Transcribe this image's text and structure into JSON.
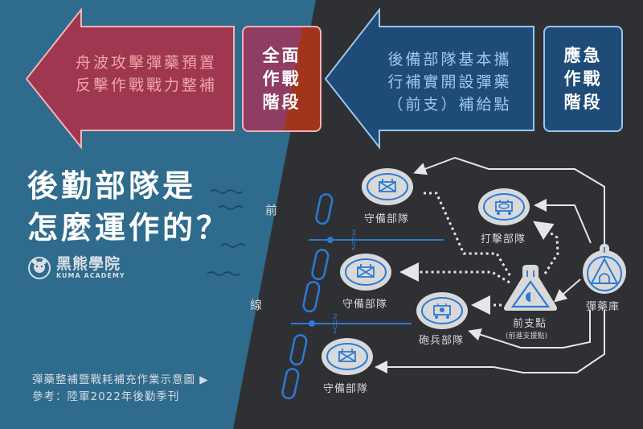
{
  "colors": {
    "bg_teal": "#2f6b8c",
    "bg_dark": "#2f3033",
    "red_arrow": "#a8334a",
    "red_text": "#f0a3a8",
    "red_border": "#f3b3b7",
    "stage_full_fill": "#8c3a5a",
    "blue_arrow": "#1f4b78",
    "blue_text": "#9ec8ee",
    "blue_border": "#9cc6ec",
    "node_fill": "#d9d9d9",
    "node_blue": "#2c7ad6",
    "line_white": "#e6e6e6"
  },
  "phases": {
    "full_combat": {
      "arrow_text": [
        "舟波攻擊彈藥預置",
        "反擊作戰戰力整補"
      ],
      "stage_label": [
        "全面",
        "作戰",
        "階段"
      ]
    },
    "emergency": {
      "arrow_text": [
        "後備部隊基本攜",
        "行補實開設彈藥",
        "（前支）補給點"
      ],
      "stage_label": [
        "應急",
        "作戰",
        "階段"
      ]
    }
  },
  "title": [
    "後勤部隊是",
    "怎麼運作的？"
  ],
  "logo": {
    "name_cn": "黑熊學院",
    "name_en": "KUMA ACADEMY"
  },
  "caption": {
    "line1": "彈藥整補暨戰耗補充作業示意圖 ▶",
    "line2": "參考：陸軍2022年後勤季刊"
  },
  "diagram": {
    "front_line_label": [
      "前",
      "線"
    ],
    "boundary_ticks_upper": [
      "3",
      "||",
      "2"
    ],
    "boundary_ticks_lower": [
      "2",
      "||",
      "1"
    ],
    "nodes": [
      {
        "id": "guard-top",
        "label": "守備部隊",
        "icon": "infantry-icon"
      },
      {
        "id": "strike",
        "label": "打擊部隊",
        "icon": "armor-icon"
      },
      {
        "id": "guard-mid",
        "label": "守備部隊",
        "icon": "infantry-icon"
      },
      {
        "id": "artillery",
        "label": "砲兵部隊",
        "icon": "artillery-icon"
      },
      {
        "id": "guard-bottom",
        "label": "守備部隊",
        "icon": "infantry-icon"
      },
      {
        "id": "forward-supply",
        "label": "前支點",
        "sublabel": "(前進支援點)",
        "icon": "supply-point-icon"
      },
      {
        "id": "depot",
        "label": "彈藥庫",
        "icon": "depot-icon"
      }
    ]
  }
}
